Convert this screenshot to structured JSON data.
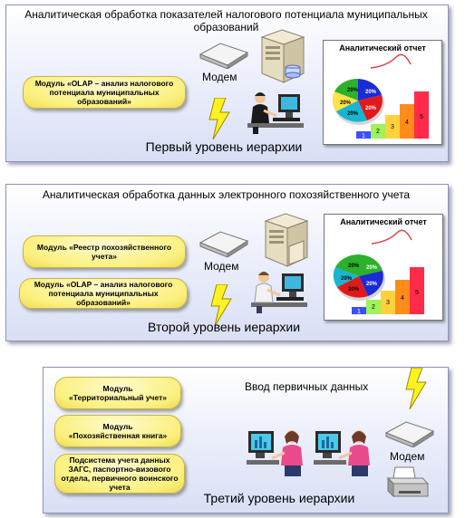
{
  "level1": {
    "title": "Аналитическая обработка показателей налогового потенциала муниципальных образований",
    "module": "Модуль «OLAP – анализ налогового потенциала муниципальных образований»",
    "modem": "Модем",
    "report_title": "Аналитический отчет",
    "pie": [
      "20%",
      "20%",
      "20%",
      "20%",
      "20%"
    ],
    "bars": [
      "1",
      "2",
      "3",
      "4",
      "5"
    ],
    "level_label": "Первый уровень иерархии"
  },
  "level2": {
    "title": "Аналитическая обработка данных электронного похозяйственного учета",
    "module_1": "Модуль «Реестр похозяйственного учета»",
    "module_2": "Модуль «OLAP – анализ налогового потенциала муниципальных образований»",
    "modem": "Модем",
    "report_title": "Аналитический отчет",
    "pie": [
      "20%",
      "20%",
      "20%",
      "20%",
      "20%"
    ],
    "bars": [
      "1",
      "2",
      "3",
      "4",
      "5"
    ],
    "level_label": "Второй уровень иерархии"
  },
  "level3": {
    "module_1": "Модуль «Территориальный учет»",
    "module_2": "Модуль «Похозяйственная книга»",
    "module_3": "Подсистема учета данных ЗАГС, паспортно-визового отдела, первичного воинского учета",
    "input_label": "Ввод первичных данных",
    "modem": "Модем",
    "level_label": "Третий уровень иерархии"
  },
  "colors": {
    "module_fill": "#fbf07e",
    "panel_border": "#8c94c0",
    "bar_colors": [
      "#3b4fff",
      "#9ef25a",
      "#ffd23c",
      "#ff8c1a",
      "#ff2b4a"
    ],
    "pie_colors": [
      "#2bb12b",
      "#1a2bd8",
      "#e01a1a",
      "#ffe24a",
      "#19b5d0"
    ],
    "curve": "#e0404a"
  },
  "icons": [
    "modem-icon",
    "server-icon",
    "operator-icon",
    "lightning-icon",
    "printer-icon"
  ]
}
